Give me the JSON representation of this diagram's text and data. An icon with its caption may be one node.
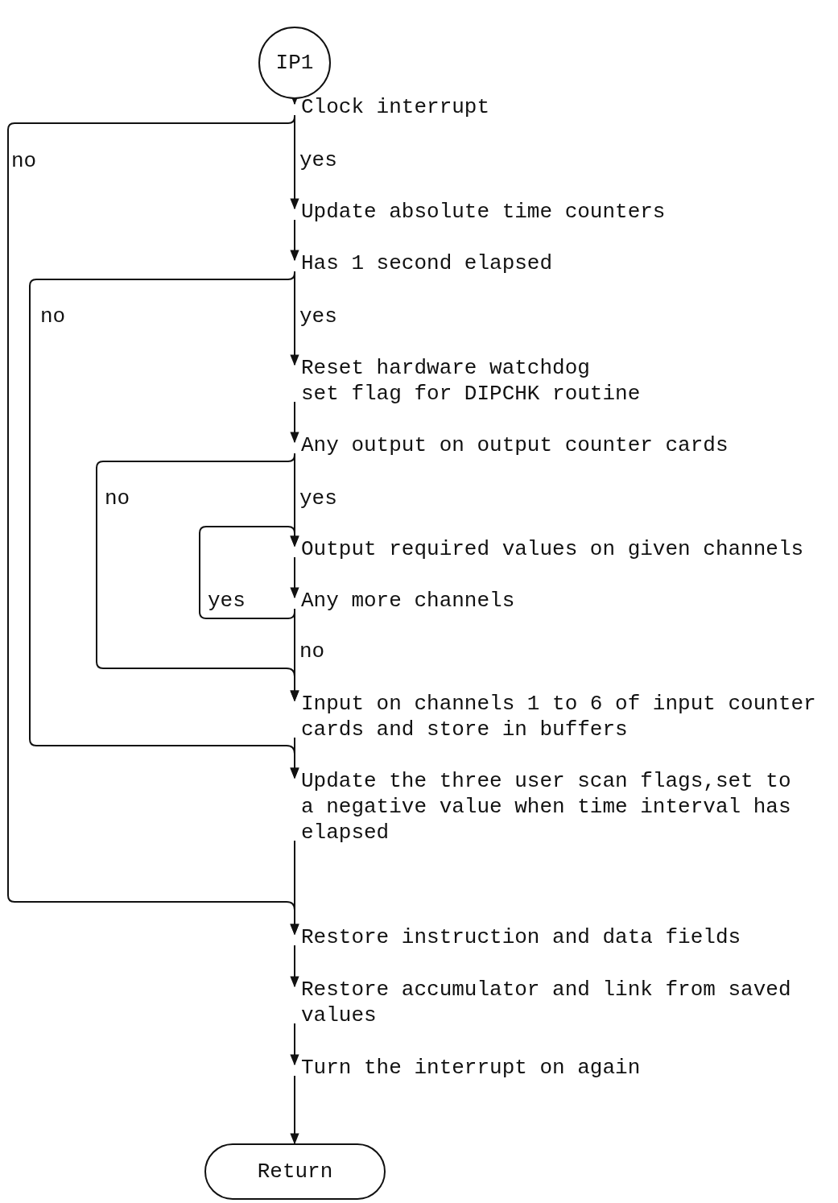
{
  "diagram": {
    "nodes": [
      {
        "text": [
          "IP1"
        ]
      },
      {
        "text": [
          "Clock interrupt"
        ]
      },
      {
        "text": [
          "Update absolute time counters"
        ]
      },
      {
        "text": [
          "Has 1 second elapsed"
        ]
      },
      {
        "text": [
          "Reset hardware watchdog",
          "set flag for DIPCHK routine"
        ]
      },
      {
        "text": [
          "Any output on output counter cards"
        ]
      },
      {
        "text": [
          "Output required values on given channels"
        ]
      },
      {
        "text": [
          "Any more channels"
        ]
      },
      {
        "text": [
          "Input on channels 1 to 6 of input counter cards and store in buffers"
        ]
      },
      {
        "text": [
          "Update the three user scan flags,set to a negative value when time interval has elapsed"
        ]
      },
      {
        "text": [
          "Restore instruction and data fields"
        ]
      },
      {
        "text": [
          "Restore accumulator and link from saved values"
        ]
      },
      {
        "text": [
          "Turn the interrupt on again"
        ]
      },
      {
        "text": [
          "Return"
        ]
      }
    ],
    "edges": [
      {
        "from": 0,
        "to": 1,
        "arrow": "to"
      },
      {
        "from": 1,
        "to": 2,
        "arrow": "to",
        "label": "yes"
      },
      {
        "from": 1,
        "to": 10,
        "arrow": "to",
        "label": "no"
      },
      {
        "from": 2,
        "to": 3,
        "arrow": "to"
      },
      {
        "from": 3,
        "to": 4,
        "arrow": "to",
        "label": "yes"
      },
      {
        "from": 3,
        "to": 9,
        "arrow": "to",
        "label": "no"
      },
      {
        "from": 4,
        "to": 5,
        "arrow": "to"
      },
      {
        "from": 5,
        "to": 6,
        "arrow": "to",
        "label": "yes"
      },
      {
        "from": 5,
        "to": 8,
        "arrow": "to",
        "label": "no"
      },
      {
        "from": 6,
        "to": 7,
        "arrow": "to"
      },
      {
        "from": 7,
        "to": 6,
        "arrow": "to",
        "label": "yes"
      },
      {
        "from": 7,
        "to": 8,
        "arrow": "to",
        "label": "no"
      },
      {
        "from": 8,
        "to": 9,
        "arrow": "to"
      },
      {
        "from": 9,
        "to": 10,
        "arrow": "to"
      },
      {
        "from": 10,
        "to": 11,
        "arrow": "to"
      },
      {
        "from": 11,
        "to": 12,
        "arrow": "to"
      },
      {
        "from": 12,
        "to": 13,
        "arrow": "to"
      }
    ]
  }
}
